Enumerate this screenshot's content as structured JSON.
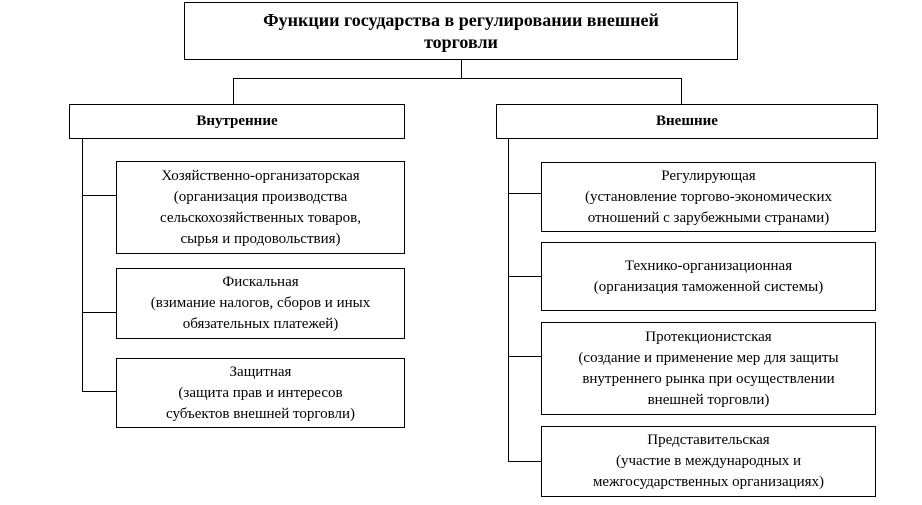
{
  "diagram": {
    "title": "Функции государства в регулировании внешней торговли",
    "left": {
      "heading": "Внутренние",
      "items": [
        {
          "name": "Хозяйственно-организаторская",
          "lines": [
            "(организация производства",
            "сельскохозяйственных товаров,",
            "сырья и продовольствия)"
          ]
        },
        {
          "name": "Фискальная",
          "lines": [
            "(взимание налогов, сборов и иных",
            "обязательных платежей)"
          ]
        },
        {
          "name": "Защитная",
          "lines": [
            "(защита прав и интересов",
            "субъектов внешней торговли)"
          ]
        }
      ]
    },
    "right": {
      "heading": "Внешние",
      "items": [
        {
          "name": "Регулирующая",
          "lines": [
            "(установление торгово-экономических",
            "отношений с зарубежными странами)"
          ]
        },
        {
          "name": "Технико-организационная",
          "lines": [
            "(организация таможенной системы)"
          ]
        },
        {
          "name": "Протекционистская",
          "lines": [
            "(создание и применение мер для защиты",
            "внутреннего рынка при осуществлении",
            "внешней торговли)"
          ]
        },
        {
          "name": "Представительская",
          "lines": [
            "(участие в международных и",
            "межгосударственных организациях)"
          ]
        }
      ]
    }
  }
}
